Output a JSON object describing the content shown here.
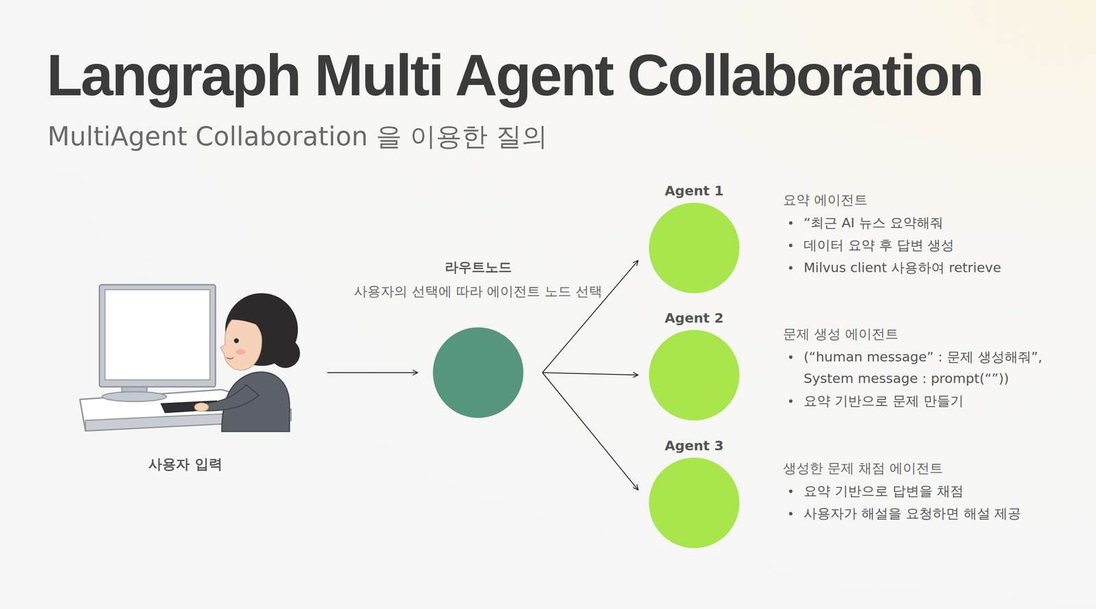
{
  "diagram": {
    "title": "Langraph Multi Agent Collaboration",
    "caption": "MultiAgent Collaboration 을 이용한 질의",
    "nodes": [
      {
        "text": [
          "사용자 입력"
        ]
      },
      {
        "text": [
          "라우트노드",
          "사용자의 선택에 따라 에이전트 노드 선택"
        ]
      },
      {
        "text": [
          "Agent 1",
          "요약 에이전트",
          "“최근 AI 뉴스 요약해줘",
          "데이터 요약 후 답변 생성",
          "Milvus client 사용하여 retrieve"
        ]
      },
      {
        "text": [
          "Agent 2",
          "문제 생성 에이전트",
          "(“human message” : 문제 생성해줘”, System message : prompt(“”))",
          "요약 기반으로 문제 만들기"
        ]
      },
      {
        "text": [
          "Agent 3",
          "생성한 문제 채점 에이전트",
          "요약 기반으로 답변을 채점",
          "사용자가 해설을 요청하면 해설 제공"
        ]
      }
    ],
    "edges": [
      {
        "from": 0,
        "to": 1,
        "arrow": "to"
      },
      {
        "from": 1,
        "to": 2,
        "arrow": "to"
      },
      {
        "from": 1,
        "to": 3,
        "arrow": "to"
      },
      {
        "from": 1,
        "to": 4,
        "arrow": "to"
      }
    ]
  }
}
